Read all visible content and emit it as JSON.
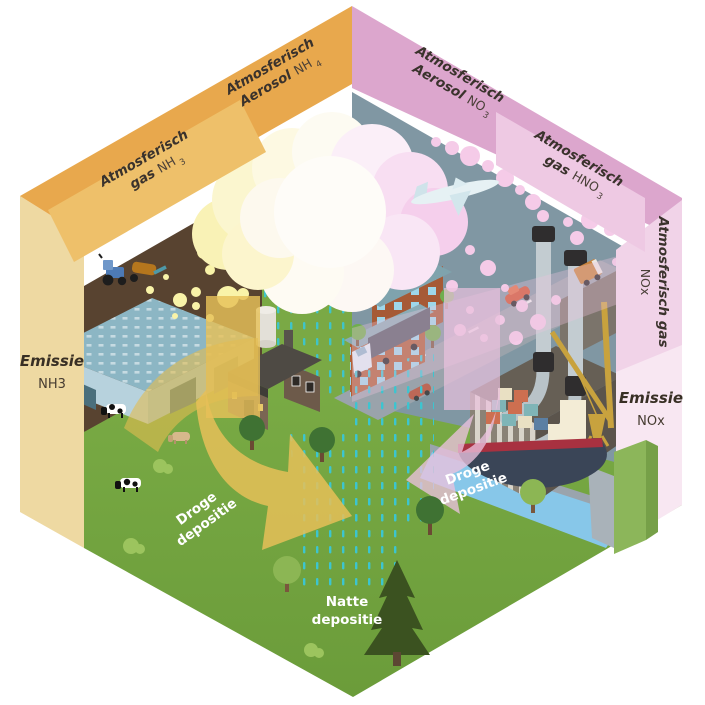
{
  "panels": {
    "aerosol_nh4": {
      "line1": "Atmosferisch",
      "line2": "Aerosol",
      "formula": "NH",
      "subscript": "4"
    },
    "gas_nh3": {
      "line1": "Atmosferisch",
      "line2": "gas",
      "formula": "NH",
      "subscript": "3"
    },
    "emissie_nh3": {
      "line1": "Emissie",
      "line2": "NH3"
    },
    "aerosol_no3": {
      "line1": "Atmosferisch",
      "line2": "Aerosol",
      "formula": "NO",
      "subscript": "3"
    },
    "gas_hno3": {
      "line1": "Atmosferisch",
      "line2": "gas",
      "formula": "HNO",
      "subscript": "3"
    },
    "gas_nox": {
      "line1": "Atmosferisch gas",
      "line2": "NOx"
    },
    "emissie_nox": {
      "line1": "Emissie",
      "line2": "NOx"
    }
  },
  "flows": {
    "dry_left": {
      "line1": "Droge",
      "line2": "depositie"
    },
    "dry_right": {
      "line1": "Droge",
      "line2": "depositie"
    },
    "wet": {
      "line1": "Natte",
      "line2": "depositie"
    }
  },
  "colors": {
    "rim_left": "#e8a84d",
    "panel_left": "#eec06a",
    "wall_left": "#eed9a2",
    "rim_right": "#dca6cd",
    "panel_right": "#eec9e3",
    "band_nox": "#f1d3e8",
    "wall_right": "#f8e7f2",
    "field_brown": "#584330",
    "city_grey": "#8097a3",
    "grass": "#73a23e",
    "rain": "#3cc5d0",
    "canal": "#87c7e9",
    "flow_nh3": "#e6c058",
    "flow_nox": "#ebc2de"
  }
}
